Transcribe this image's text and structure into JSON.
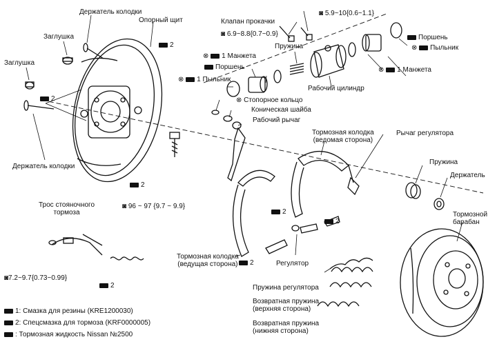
{
  "colors": {
    "ink": "#111111",
    "paper": "#ffffff"
  },
  "labels": {
    "holder_top": "Держатель колодки",
    "backing_plate": "Опорный щит",
    "plug_upper": "Заглушка",
    "plug_left": "Заглушка",
    "holder_bottom": "Держатель колодки",
    "bleed_valve": "Клапан прокачки",
    "torque_valve": "6.9~8.8{0.7~0.9}",
    "torque_cyl": "5.9~10{0.6~1.1}",
    "spring_top": "Пружина",
    "cuff_left": "Манжета",
    "piston_left": "Поршень",
    "dust_cover_left": "Пыльник",
    "wheel_cylinder": "Рабочий цилиндр",
    "piston_right": "Поршень",
    "cuff_right": "Манжета",
    "dust_cover_right": "Пыльник",
    "retaining_ring": "Стопорное кольцо",
    "conical_washer": "Коническая шайба",
    "operating_lever": "Рабочий рычаг",
    "trailing_shoe": "Тормозная колодка\n(ведомая сторона)",
    "adjuster_lever": "Рычаг регулятора",
    "spring_right": "Пружина",
    "holder_right": "Держатель",
    "parking_cable": "Трос стояночного\nтормоза",
    "torque_plate": "96 ~ 97 {9.7 ~ 9.9}",
    "torque_cable": "7.2~9.7{0.73~0.99}",
    "leading_shoe": "Тормозная колодка\n(ведущая сторона)",
    "adjuster": "Регулятор",
    "brake_drum": "Тормозной\nбарабан",
    "adjuster_spring": "Пружина регулятора",
    "return_upper": "Возвратная пружина\n(верхняя сторона)",
    "return_lower": "Возвратная пружина\n(нижняя сторона)",
    "badge_1": "1",
    "badge_2": "2"
  },
  "legend": [
    {
      "mark": "badge",
      "text": "1: Смазка для резины (KRE1200030)"
    },
    {
      "mark": "badge",
      "text": "2: Спецсмазка для тормоза (KRF0000005)"
    },
    {
      "mark": "badge",
      "text": ": Тормозная жидкость Nissan №2500"
    }
  ]
}
